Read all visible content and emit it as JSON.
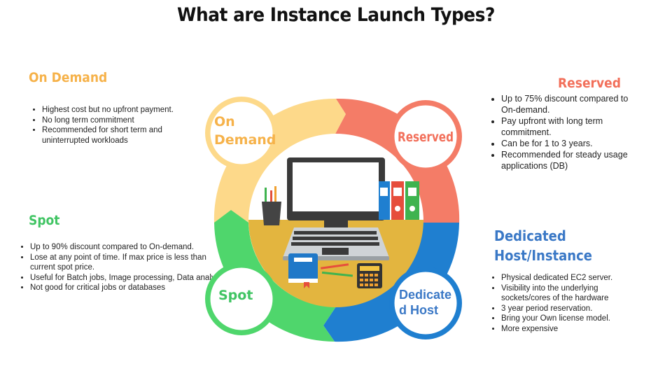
{
  "title": "What are Instance Launch Types?",
  "on_demand": {
    "heading": "On Demand",
    "circle_line1": "On",
    "circle_line2": "Demand",
    "bullets": [
      "Highest cost but no upfront payment.",
      "No long term commitment",
      "Recommended for short term and uninterrupted workloads"
    ],
    "color": "#f6b24a"
  },
  "reserved": {
    "heading": "Reserved",
    "circle_label": "Reserved",
    "bullets": [
      "Up to 75% discount compared to On-demand.",
      "Pay upfront with long term commitment.",
      "Can be for 1 to 3 years.",
      "Recommended for steady usage applications (DB)"
    ],
    "color": "#f26f5a"
  },
  "spot": {
    "heading": "Spot",
    "circle_label": "Spot",
    "bullets": [
      "Up to 90% discount compared to On-demand.",
      "Lose at any point of time. If max price is less than current spot price.",
      "Useful for Batch jobs, Image processing, Data analysis.",
      "Not good for critical jobs or databases"
    ],
    "color": "#40c463"
  },
  "dedicated": {
    "heading_line1": "Dedicated",
    "heading_line2": "Host/Instance",
    "circle_line1": "Dedicate",
    "circle_line2": "d Host",
    "bullets": [
      "Physical dedicated EC2 server.",
      "Visibility into the underlying sockets/cores of the hardware",
      "3 year period reservation.",
      "Bring your Own license model.",
      "More expensive"
    ],
    "color": "#1f7fd0"
  }
}
